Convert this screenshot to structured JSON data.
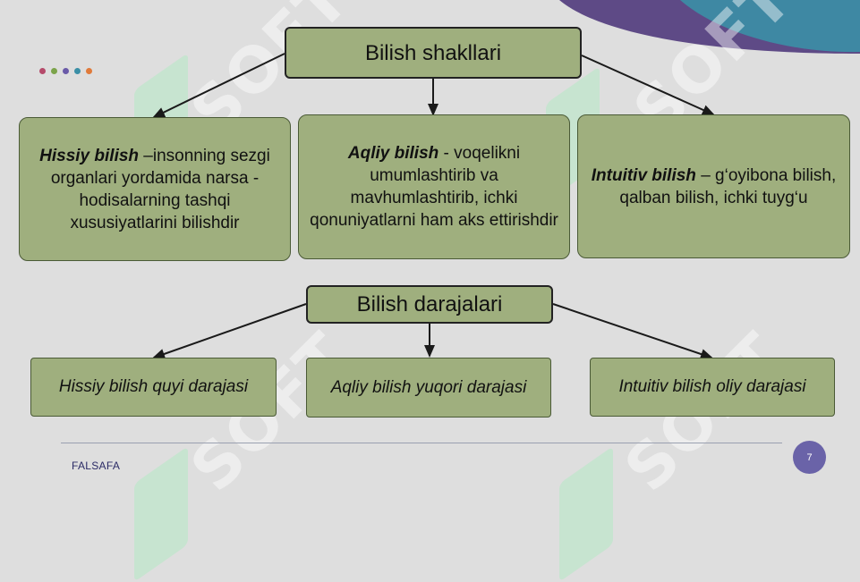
{
  "diagram": {
    "top": {
      "title": "Bilish shakllari",
      "forms": [
        {
          "term": "Hissiy bilish",
          "text": " –insonning sezgi organlari yordamida narsa - hodisalarning tashqi xususiyatlarini bilishdir"
        },
        {
          "term": "Aqliy bilish",
          "text": " -  voqelikni umumlashtirib va mavhumlashtirib, ichki qonuniyatlarni ham aks ettirishdir"
        },
        {
          "term": "Intuitiv bilish",
          "text": " – g‘oyibona bilish, qalban bilish, ichki tuyg‘u"
        }
      ]
    },
    "bottom": {
      "title": "Bilish darajalari",
      "levels": [
        "Hissiy bilish quyi darajasi",
        "Aqliy bilish yuqori darajasi",
        "Intuitiv bilish oliy darajasi"
      ]
    }
  },
  "watermark": "SOFT",
  "footer": {
    "label": "FALSAFA",
    "page_number": "7"
  },
  "colors": {
    "box_fill": "#9faf7e",
    "box_border": "#4a5a36",
    "corner_purple": "#5e4a86",
    "corner_teal": "#3b8fa6",
    "dots": [
      "#b54a6a",
      "#7ba34a",
      "#6a5aa8",
      "#3b8fa6",
      "#e07a3a"
    ]
  }
}
